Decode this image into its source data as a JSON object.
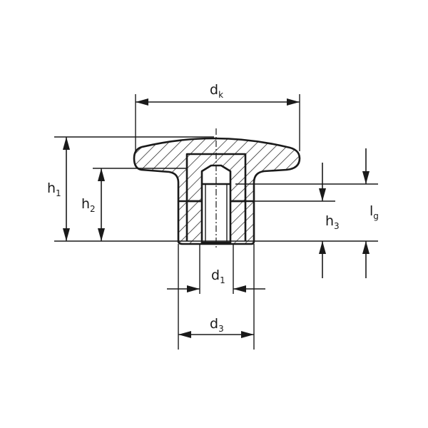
{
  "labels": {
    "dk": {
      "main": "d",
      "sub": "k"
    },
    "h1": {
      "main": "h",
      "sub": "1"
    },
    "h2": {
      "main": "h",
      "sub": "2"
    },
    "h3": {
      "main": "h",
      "sub": "3"
    },
    "lg": {
      "main": "l",
      "sub": "g"
    },
    "d1": {
      "main": "d",
      "sub": "1"
    },
    "d3": {
      "main": "d",
      "sub": "3"
    }
  }
}
